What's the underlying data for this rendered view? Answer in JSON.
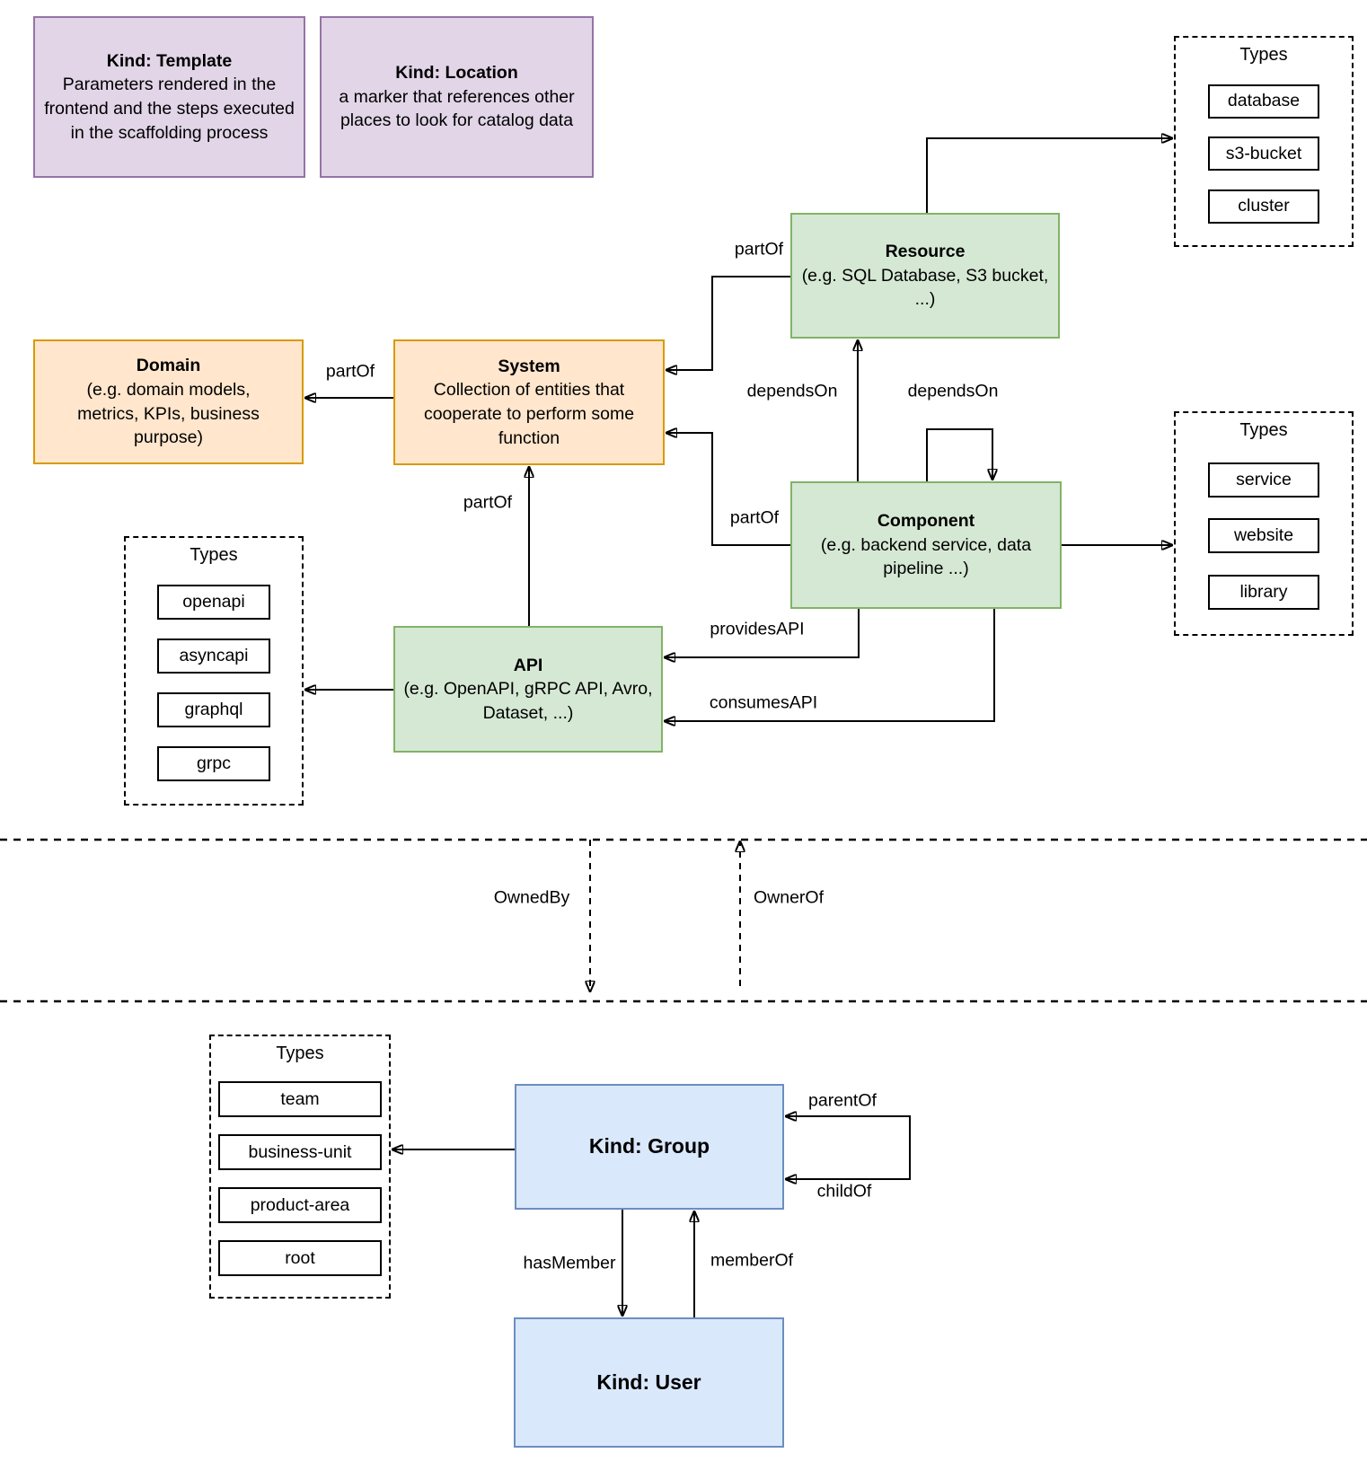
{
  "nodes": {
    "template": {
      "title": "Kind: Template",
      "body": "Parameters rendered in the frontend and the steps executed in  the scaffolding process"
    },
    "location": {
      "title": "Kind: Location",
      "body": "a marker that references other places to look for catalog data"
    },
    "resource": {
      "title": "Resource",
      "body": "(e.g. SQL Database, S3 bucket, ...)"
    },
    "domain": {
      "title": "Domain",
      "body": "(e.g.  domain models, metrics, KPIs, business purpose)"
    },
    "system": {
      "title": "System",
      "body": "Collection of entities that cooperate to perform some function"
    },
    "component": {
      "title": "Component",
      "body": "(e.g. backend service, data pipeline ...)"
    },
    "api": {
      "title": "API",
      "body": "(e.g. OpenAPI, gRPC API, Avro, Dataset, ...)"
    },
    "group": {
      "title": "Kind: Group"
    },
    "user": {
      "title": "Kind: User"
    }
  },
  "type_panels": {
    "resource_types": {
      "title": "Types",
      "items": [
        "database",
        "s3-bucket",
        "cluster"
      ]
    },
    "component_types": {
      "title": "Types",
      "items": [
        "service",
        "website",
        "library"
      ]
    },
    "api_types": {
      "title": "Types",
      "items": [
        "openapi",
        "asyncapi",
        "graphql",
        "grpc"
      ]
    },
    "group_types": {
      "title": "Types",
      "items": [
        "team",
        "business-unit",
        "product-area",
        "root"
      ]
    }
  },
  "edge_labels": {
    "partof_resource": "partOf",
    "partof_system": "partOf",
    "partof_component": "partOf",
    "partof_api": "partOf",
    "dependson_resource": "dependsOn",
    "dependson_self": "dependsOn",
    "providesapi": "providesAPI",
    "consumesapi": "consumesAPI",
    "ownedby": "OwnedBy",
    "ownerof": "OwnerOf",
    "parentof": "parentOf",
    "childof": "childOf",
    "hasmember": "hasMember",
    "memberof": "memberOf"
  },
  "colors": {
    "purple_fill": "#E1D5E7",
    "purple_border": "#9673A6",
    "orange_fill": "#FFE6CC",
    "orange_border": "#D79B00",
    "green_fill": "#D5E8D4",
    "green_border": "#82B366",
    "blue_fill": "#DAE8FC",
    "blue_border": "#6C8EBF",
    "line": "#000000"
  }
}
